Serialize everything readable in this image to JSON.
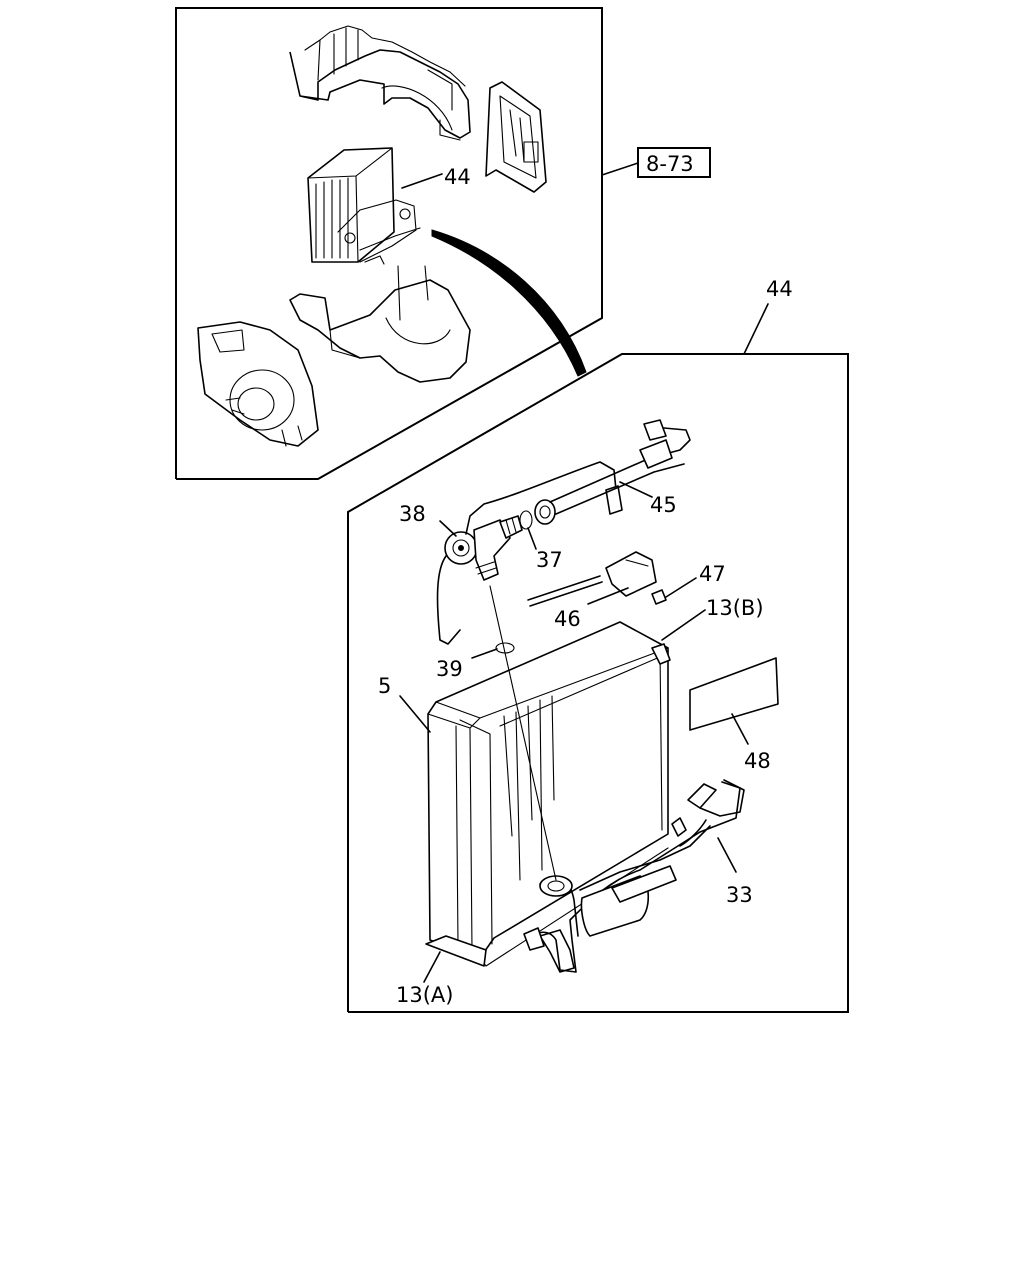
{
  "callouts": {
    "ref_box": "8-73",
    "evaporator_top": "44",
    "evaporator_main": "44",
    "pipe_45": "45",
    "valve_38": "38",
    "oring_37": "37",
    "sensor_47": "47",
    "sensor_46": "46",
    "bracket_13b": "13(B)",
    "oring_39": "39",
    "core_5": "5",
    "pad_48": "48",
    "pipe_33": "33",
    "bracket_13a": "13(A)"
  }
}
